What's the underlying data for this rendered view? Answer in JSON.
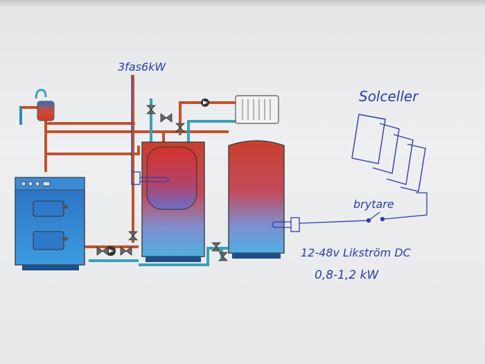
{
  "annotations": {
    "heater": "3fas6kW",
    "solar_panels": "Solceller",
    "switch": "brytare",
    "dc_voltage": "12-48v Likström DC",
    "dc_power": "0,8-1,2 kW"
  },
  "colors": {
    "pipe_hot": "#c0522e",
    "pipe_cold": "#3aa0b8",
    "tank_top": "#c83c2c",
    "tank_bottom": "#4aa6dc",
    "boiler": "#2f7fd0",
    "ink": "#2a3dab"
  },
  "icons": [
    "boiler-icon",
    "radiator-icon",
    "pump-icon",
    "valve-icon",
    "expansion-vessel-icon",
    "solar-panel-icon",
    "switch-icon",
    "immersion-heater-icon"
  ]
}
